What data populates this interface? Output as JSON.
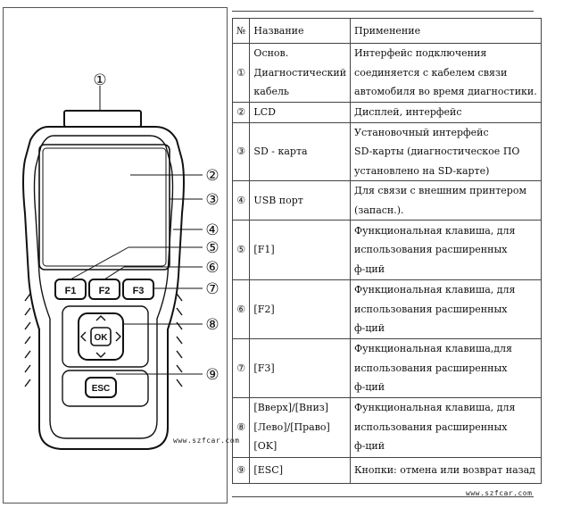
{
  "device_callouts": [
    "①",
    "②",
    "③",
    "④",
    "⑤",
    "⑥",
    "⑦",
    "⑧",
    "⑨"
  ],
  "keys": {
    "f1": "F1",
    "f2": "F2",
    "f3": "F3",
    "ok": "OK",
    "esc": "ESC"
  },
  "watermark": "www.szfcar.com",
  "table": {
    "headers": {
      "num": "№",
      "name": "Название",
      "usage": "Применение"
    },
    "rows": [
      {
        "num": "①",
        "name": [
          "Основ.",
          "Диагностический",
          "кабель"
        ],
        "usage": [
          "Интерфейс подключения",
          "соединяется с кабелем связи",
          "автомобиля во время диагностики."
        ]
      },
      {
        "num": "②",
        "name": [
          "LCD"
        ],
        "usage": [
          "Дисплей, интерфейс"
        ]
      },
      {
        "num": "③",
        "name": [
          "SD - карта"
        ],
        "usage": [
          "Установочный интерфейс",
          "SD-карты (диагностическое ПО",
          "установлено на SD-карте)"
        ]
      },
      {
        "num": "④",
        "name": [
          "USB порт"
        ],
        "usage": [
          "Для связи с внешним принтером",
          "(запасн.)."
        ]
      },
      {
        "num": "⑤",
        "name": [
          "[F1]"
        ],
        "usage": [
          "Функциональная клавиша, для",
          "использования расширенных",
          "ф-ций"
        ]
      },
      {
        "num": "⑥",
        "name": [
          "[F2]"
        ],
        "usage": [
          "Функциональная клавиша, для",
          "использования расширенных",
          "ф-ций"
        ]
      },
      {
        "num": "⑦",
        "name": [
          "[F3]"
        ],
        "usage": [
          "Функциональная клавиша,для",
          "использования расширенных",
          "ф-ций"
        ]
      },
      {
        "num": "⑧",
        "name": [
          "[Вверх]/[Вниз]",
          "[Лево]/[Право]",
          "[OK]"
        ],
        "usage": [
          "Функциональная клавиша, для",
          "использования расширенных",
          "ф-ций"
        ]
      },
      {
        "num": "⑨",
        "name": [
          "[ESC]"
        ],
        "usage": [
          "Кнопки: отмена или возврат назад"
        ]
      }
    ]
  }
}
